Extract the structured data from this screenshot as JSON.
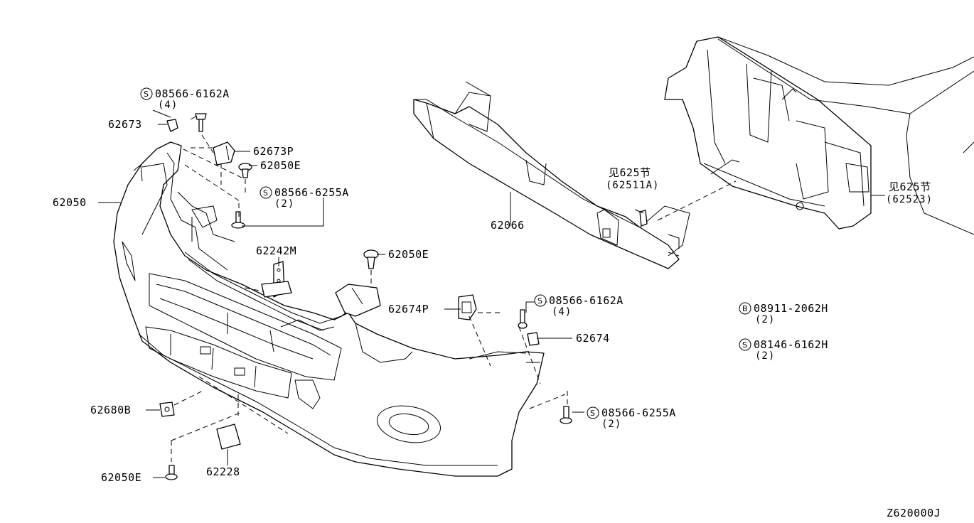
{
  "diagram": {
    "code": "Z620000J",
    "labels": {
      "bolt_top_left": "08566-6162A",
      "bolt_top_left_qty": "(4)",
      "clip_62673": "62673",
      "bracket_62673p": "62673P",
      "clip_62050e_top": "62050E",
      "bolt_mid_left": "08566-6255A",
      "bolt_mid_left_qty": "(2)",
      "bumper_fascia": "62050",
      "bracket_62242m": "62242M",
      "clip_62050e_mid": "62050E",
      "bracket_62674p": "62674P",
      "bolt_mid_right": "08566-6162A",
      "bolt_mid_right_qty": "(4)",
      "clip_62674": "62674",
      "bracket_62680b": "62680B",
      "clip_62050e_bottom": "62050E",
      "cover_62228": "62228",
      "bolt_bottom_right": "08566-6255A",
      "bolt_bottom_right_qty": "(2)",
      "reinforcement": "62066",
      "ref_section_a": "见625节",
      "ref_section_a_part": "(62511A)",
      "ref_section_b": "见625节",
      "ref_section_b_part": "(62523)",
      "nut_b": "08911-2062H",
      "nut_b_qty": "(2)",
      "bolt_s": "08146-6162H",
      "bolt_s_qty": "(2)",
      "prefix_s": "S",
      "prefix_b": "B"
    }
  }
}
